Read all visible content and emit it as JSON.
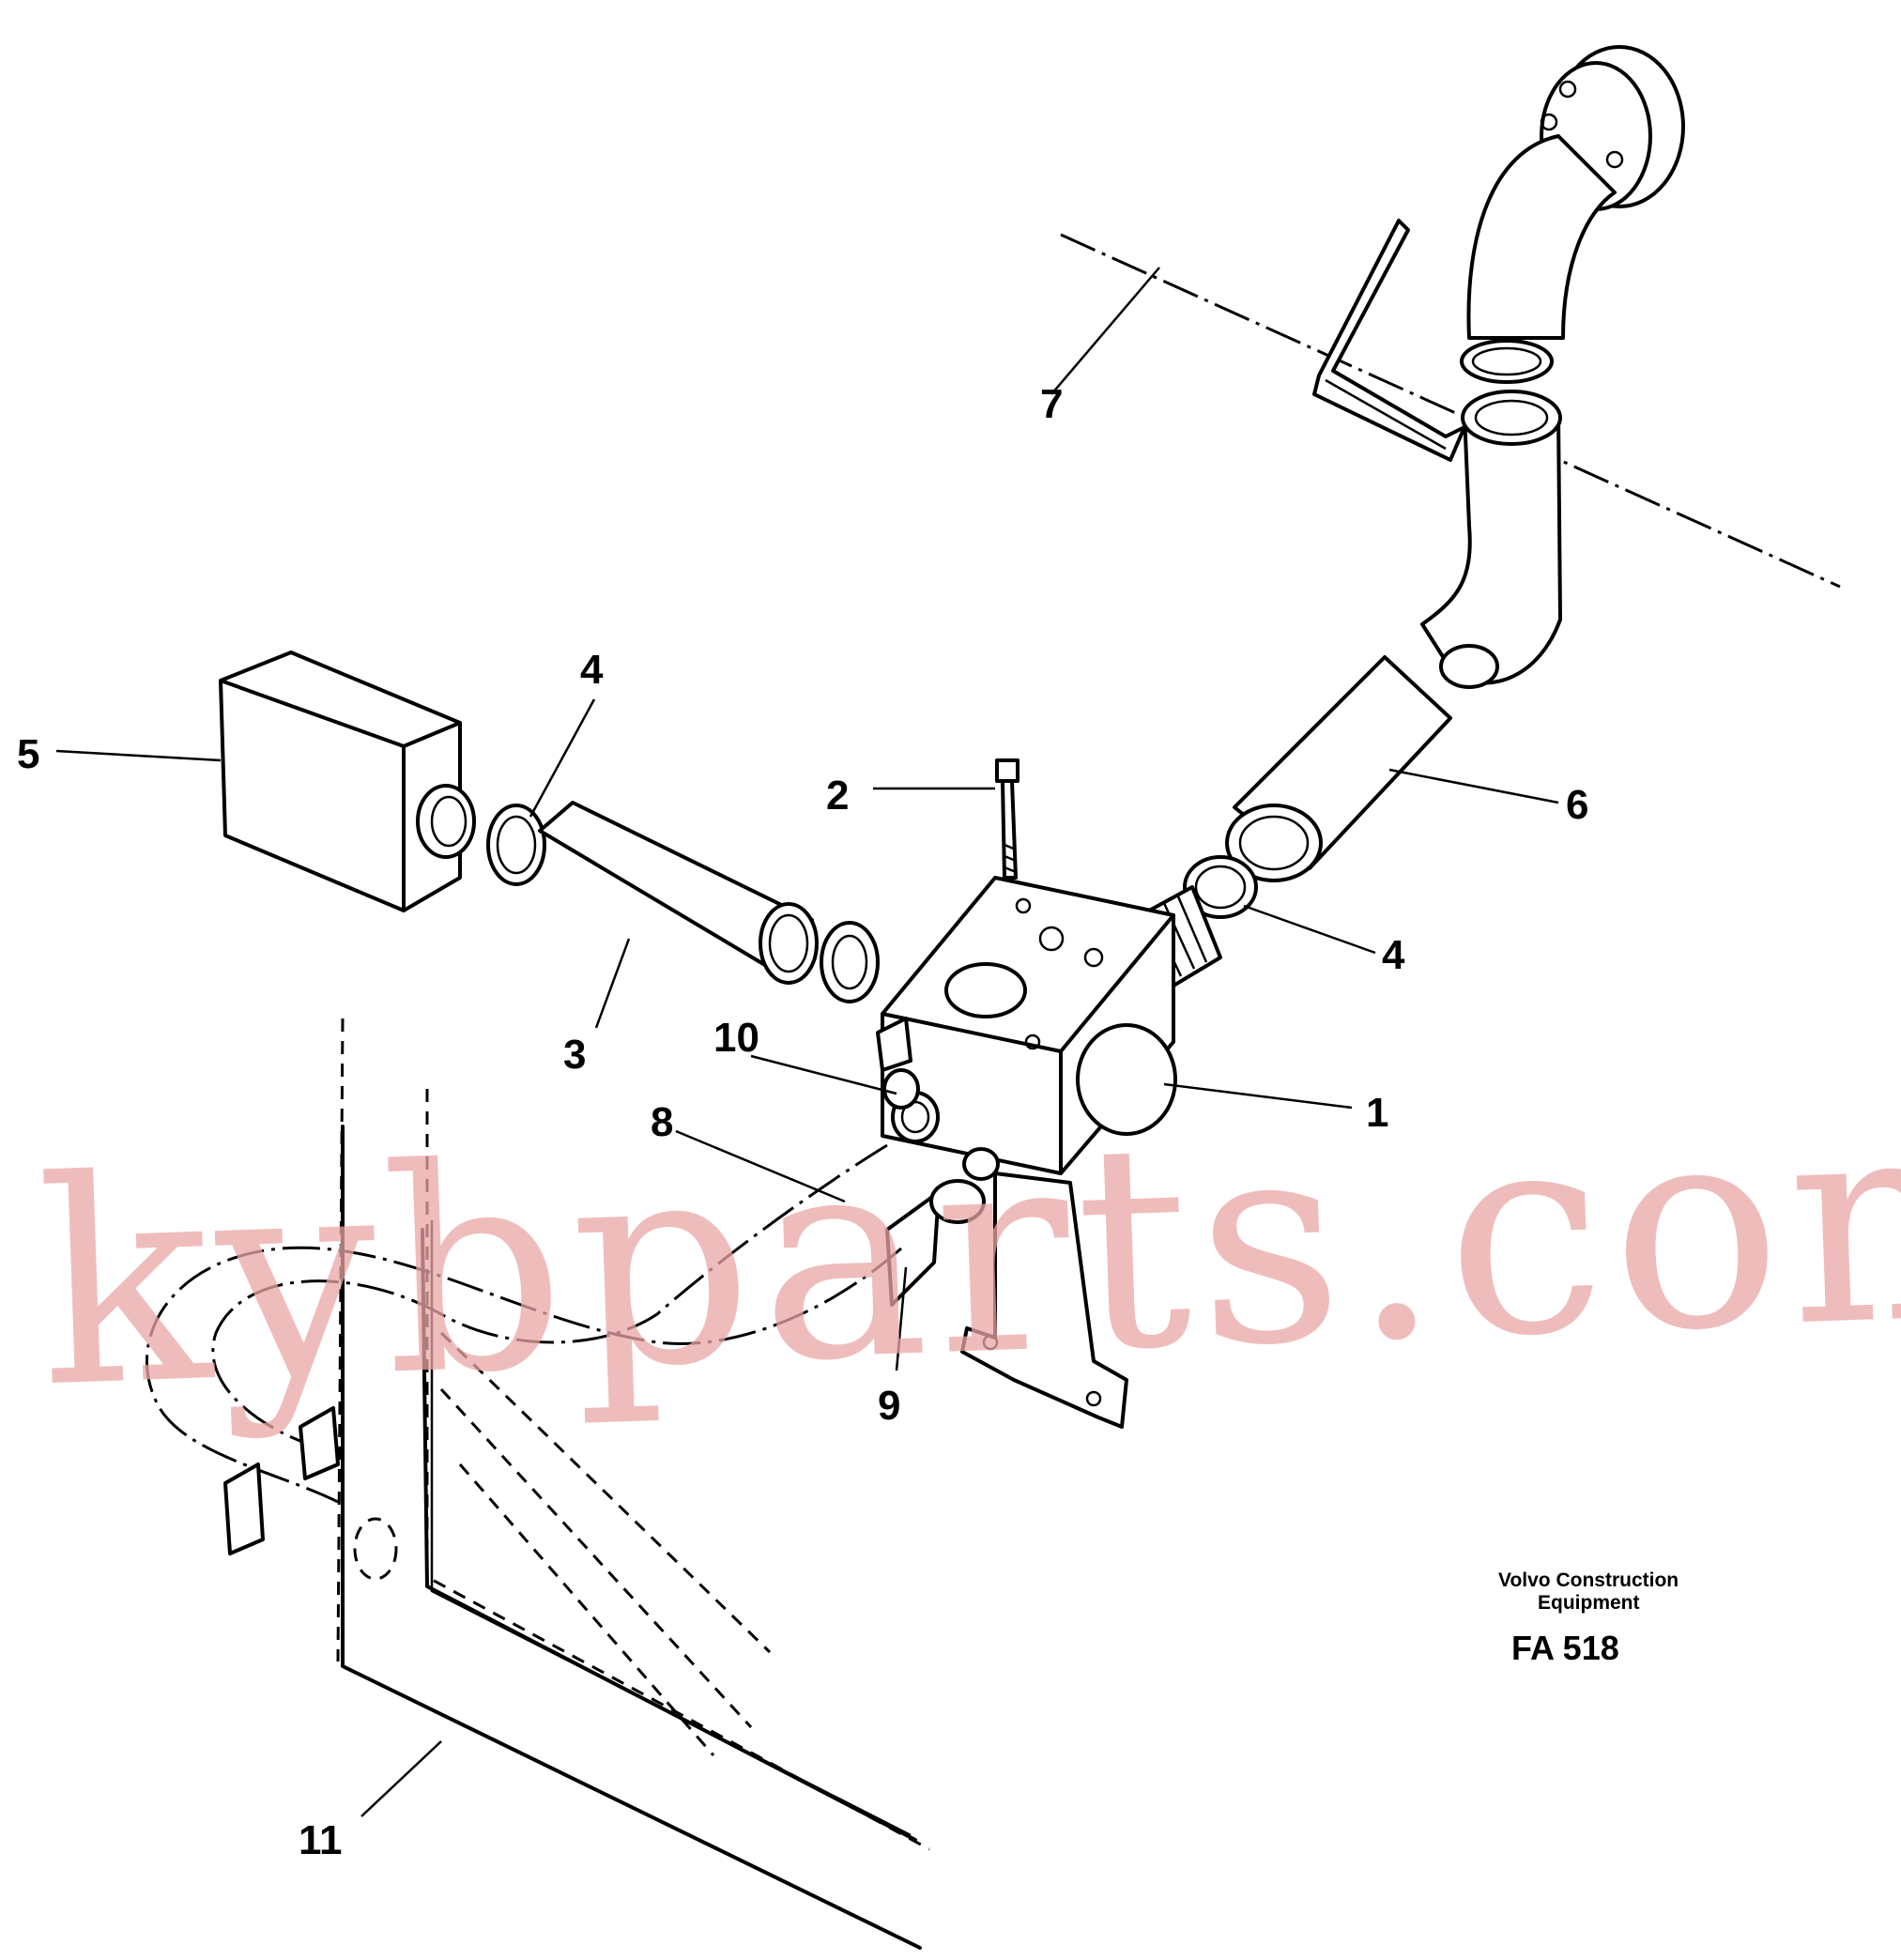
{
  "watermark": "kybparts.com",
  "stamp": {
    "company_line1": "Volvo Construction",
    "company_line2": "Equipment",
    "code": "FA 518"
  },
  "callouts": [
    "1",
    "2",
    "3",
    "4",
    "4",
    "5",
    "6",
    "7",
    "8",
    "9",
    "10",
    "11"
  ]
}
